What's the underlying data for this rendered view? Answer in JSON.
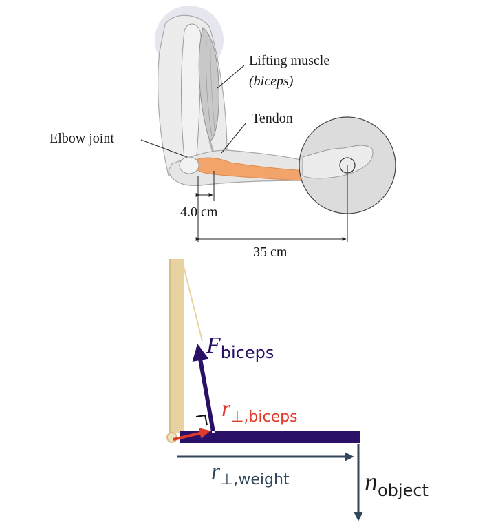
{
  "anatomy": {
    "labels": {
      "lifting_muscle": "Lifting muscle",
      "biceps_italic": "(biceps)",
      "tendon": "Tendon",
      "elbow_joint": "Elbow joint"
    },
    "dimensions": {
      "short": "4.0 cm",
      "long": "35 cm"
    }
  },
  "model": {
    "force_symbol": "F",
    "force_subscript": "biceps",
    "lever_symbol": "r",
    "lever_subscript_biceps": "⊥,biceps",
    "lever_subscript_weight": "⊥,weight",
    "weight_symbol": "n",
    "weight_subscript": "object"
  },
  "colors": {
    "bone_orange": "#f2a46a",
    "arm_gray": "#d9d9d9",
    "muscle_gray": "#c8c8c8",
    "circle_fill": "#dcdcdc",
    "purple": "#2b1068",
    "red": "#e03a2a",
    "slate": "#33475b",
    "upper_arm_tan": "#e8d2a0"
  }
}
